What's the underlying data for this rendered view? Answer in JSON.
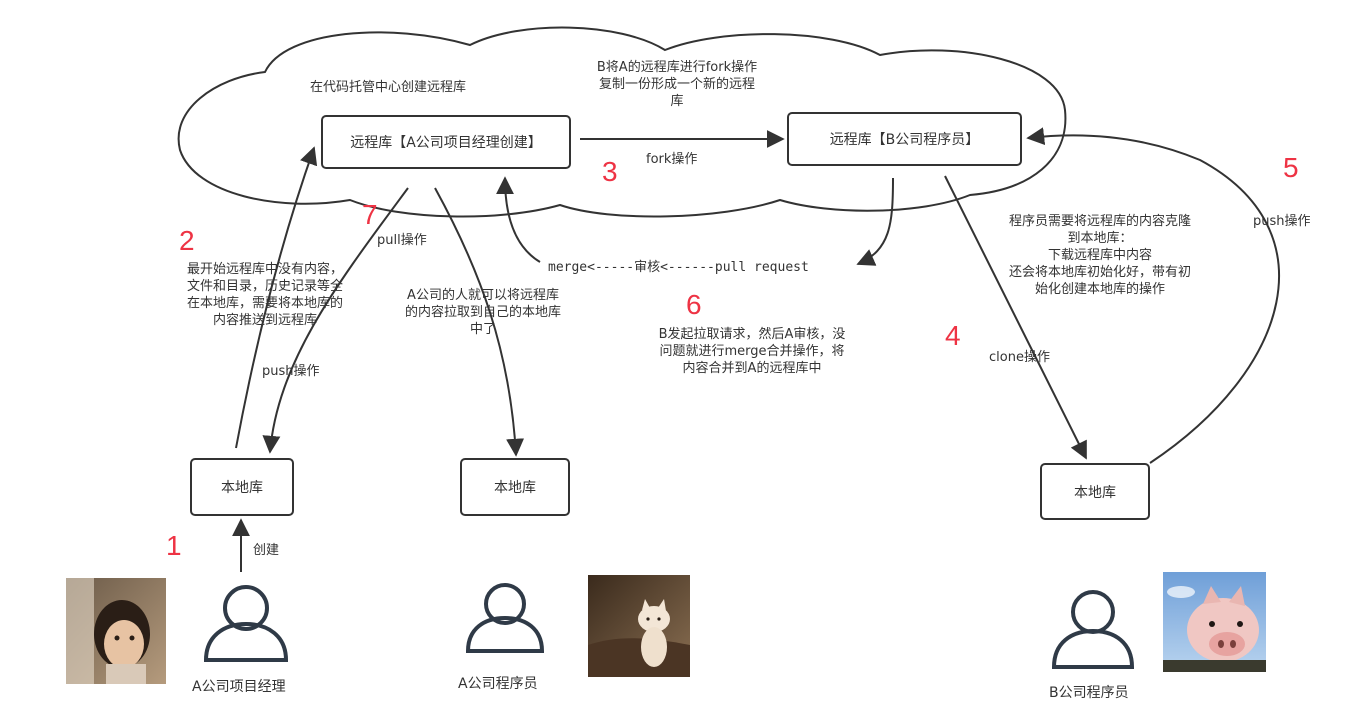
{
  "cloud": {
    "title": "在代码托管中心创建远程库",
    "fork_note": [
      "B将A的远程库进行fork操作",
      "复制一份形成一个新的远程",
      "库"
    ]
  },
  "boxes": {
    "remote_a": "远程库【A公司项目经理创建】",
    "remote_b": "远程库【B公司程序员】",
    "local_pm": "本地库",
    "local_a_dev": "本地库",
    "local_b_dev": "本地库"
  },
  "edges": {
    "fork": "fork操作",
    "push_pm": "push操作",
    "pull_pm": "pull操作",
    "clone": "clone操作",
    "push_b": "push操作",
    "create": "创建",
    "merge": "merge<-----审核<------pull request"
  },
  "notes": {
    "pm_push": [
      "最开始远程库中没有内容，",
      "文件和目录，历史记录等全",
      "在本地库，需要将本地库的",
      "内容推送到远程库"
    ],
    "a_dev_pull": [
      "A公司的人就可以将远程库",
      "的内容拉取到自己的本地库",
      "中了"
    ],
    "b_clone": [
      "程序员需要将远程库的内容克隆",
      "到本地库：",
      "下载远程库中内容",
      "还会将本地库初始化好，带有初",
      "始化创建本地库的操作"
    ],
    "pull_request": [
      "B发起拉取请求，然后A审核，没",
      "问题就进行merge合并操作，将",
      "内容合并到A的远程库中"
    ]
  },
  "steps": [
    "1",
    "2",
    "3",
    "4",
    "5",
    "6",
    "7"
  ],
  "people": {
    "pm": "A公司项目经理",
    "a_dev": "A公司程序员",
    "b_dev": "B公司程序员"
  },
  "colors": {
    "line": "#333333",
    "step": "#ee3344",
    "person": "#2f3a47"
  },
  "icons": [
    "person-icon",
    "girl-photo",
    "cat-photo",
    "pig-photo"
  ]
}
